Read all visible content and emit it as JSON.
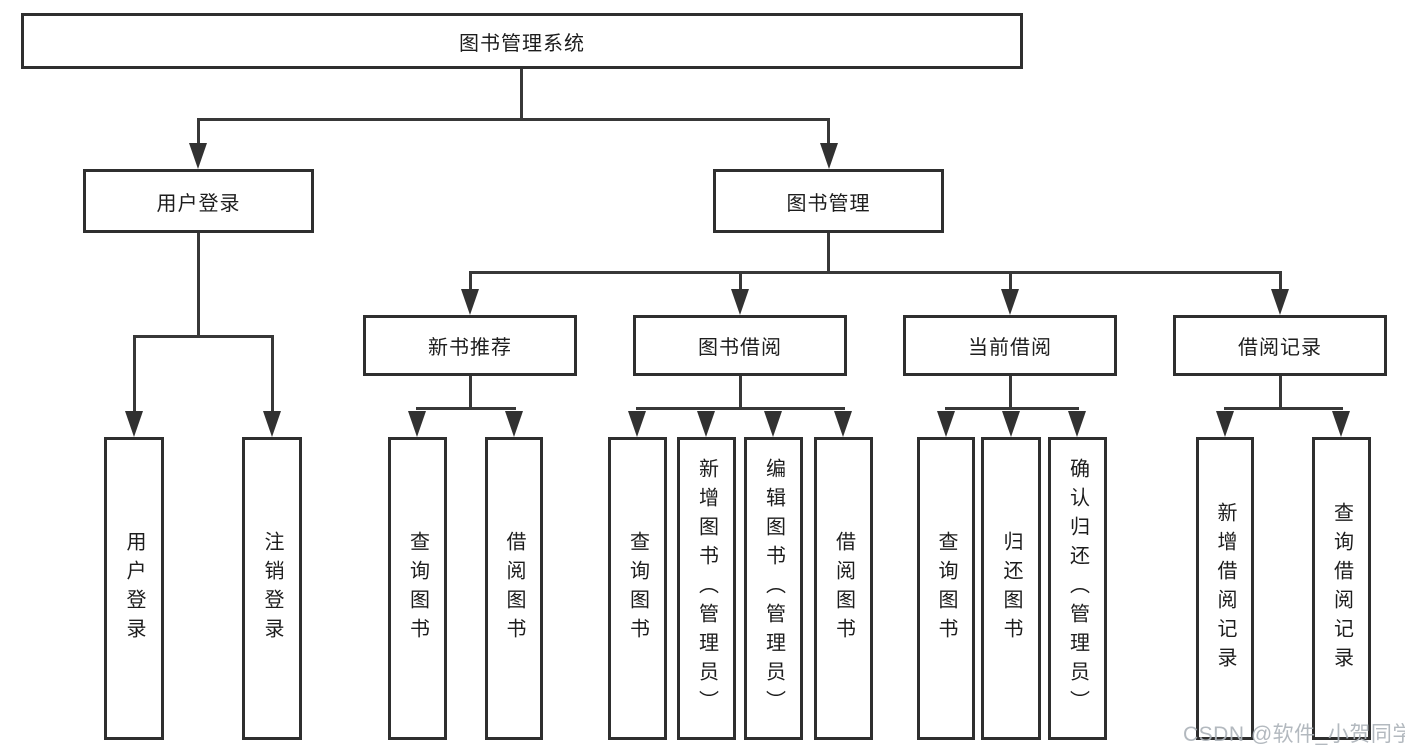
{
  "tree": {
    "label": "图书管理系统",
    "children": [
      {
        "label": "用户登录",
        "children": [
          {
            "label": "用户登录"
          },
          {
            "label": "注销登录"
          }
        ]
      },
      {
        "label": "图书管理",
        "children": [
          {
            "label": "新书推荐",
            "children": [
              {
                "label": "查询图书"
              },
              {
                "label": "借阅图书"
              }
            ]
          },
          {
            "label": "图书借阅",
            "children": [
              {
                "label": "查询图书"
              },
              {
                "label": "新增图书（管理员）"
              },
              {
                "label": "编辑图书（管理员）"
              },
              {
                "label": "借阅图书"
              }
            ]
          },
          {
            "label": "当前借阅",
            "children": [
              {
                "label": "查询图书"
              },
              {
                "label": "归还图书"
              },
              {
                "label": "确认归还（管理员）"
              }
            ]
          },
          {
            "label": "借阅记录",
            "children": [
              {
                "label": "新增借阅记录"
              },
              {
                "label": "查询借阅记录"
              }
            ]
          }
        ]
      }
    ]
  },
  "watermark": "CSDN @软件_小贺同学",
  "colors": {
    "line": "#383838",
    "box_border": "#2f2f2f",
    "text": "#1d1d1d",
    "watermark": "#acb3ba"
  }
}
